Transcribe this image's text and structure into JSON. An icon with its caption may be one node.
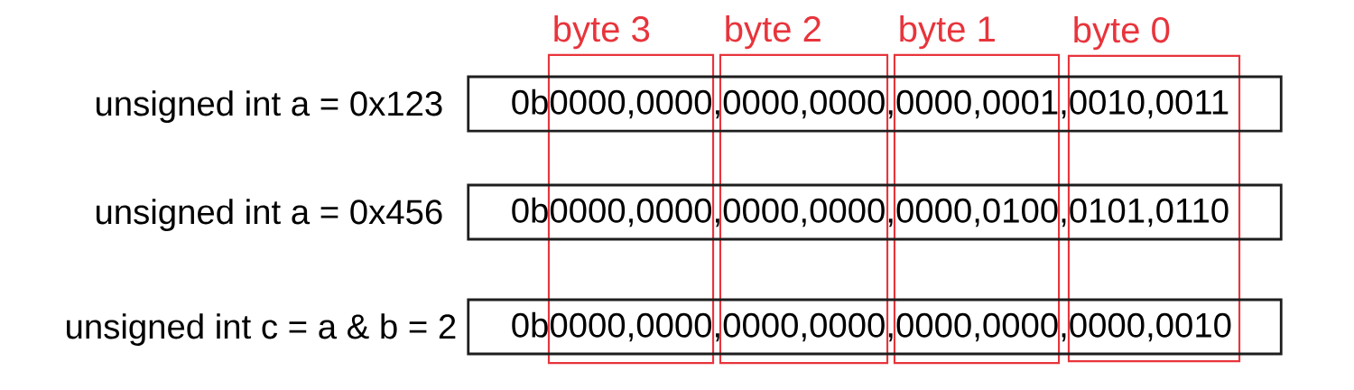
{
  "diagram": {
    "nodes": [
      {
        "text": [
          "byte 3"
        ]
      },
      {
        "text": [
          "byte 2"
        ]
      },
      {
        "text": [
          "byte 1"
        ]
      },
      {
        "text": [
          "byte 0"
        ]
      },
      {
        "text": [
          "0b0000,0000,0000,0000,0000,0001,0010,0011"
        ],
        "beside": [
          "unsigned int a = 0x123"
        ]
      },
      {
        "text": [
          "0b0000,0000,0000,0000,0000,0100,0101,0110"
        ],
        "beside": [
          "unsigned int a = 0x456"
        ]
      },
      {
        "text": [
          "0b0000,0000,0000,0000,0000,0000,0000,0010"
        ],
        "beside": [
          "unsigned int c = a & b = 2"
        ]
      }
    ]
  }
}
